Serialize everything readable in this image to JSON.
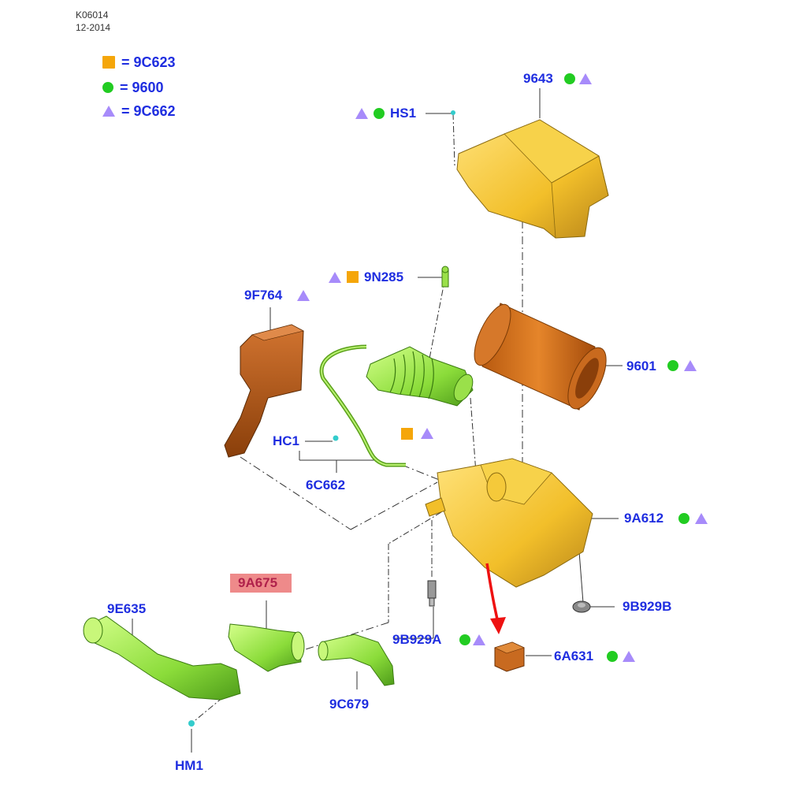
{
  "header": {
    "code": "K06014",
    "date": "12-2014"
  },
  "legend": [
    {
      "symbol": "square",
      "text": "= 9C623"
    },
    {
      "symbol": "circle",
      "text": "= 9600"
    },
    {
      "symbol": "triangle",
      "text": "= 9C662"
    }
  ],
  "colors": {
    "label": "#1f2ee0",
    "square": "#f5a60a",
    "circle": "#22cc22",
    "triangle": "#a78bfa",
    "highlight": "#ee8a8a",
    "arrow": "#ee1111"
  },
  "labels": {
    "p9643": "9643",
    "hs1": "HS1",
    "p9n285": "9N285",
    "p9f764": "9F764",
    "p9601": "9601",
    "hc1": "HC1",
    "p6c662": "6C662",
    "p9a612": "9A612",
    "p9a675": "9A675",
    "p9e635": "9E635",
    "p9b929b": "9B929B",
    "p9b929a": "9B929A",
    "p6a631": "6A631",
    "p9c679": "9C679",
    "hm1": "HM1"
  }
}
